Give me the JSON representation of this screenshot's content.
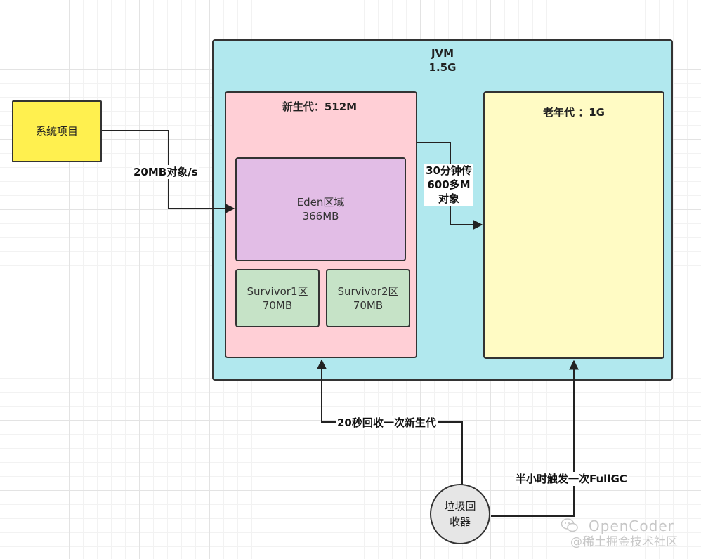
{
  "nodes": {
    "system_project": "系统项目",
    "jvm": {
      "title": "JVM",
      "size": "1.5G"
    },
    "young_gen": "新生代：512M",
    "eden": {
      "name": "Eden区域",
      "size": "366MB"
    },
    "survivor1": {
      "name": "Survivor1区",
      "size": "70MB"
    },
    "survivor2": {
      "name": "Survivor2区",
      "size": "70MB"
    },
    "old_gen": "老年代 ：1G",
    "gc": {
      "line1": "垃圾回",
      "line2": "收器"
    }
  },
  "edges": {
    "alloc_rate": "20MB对象/s",
    "promotion": {
      "line1": "30分钟传",
      "line2": "600多M",
      "line3": "对象"
    },
    "minor_gc": "20秒回收一次新生代",
    "full_gc": "半小时触发一次FullGC"
  },
  "watermark": {
    "brand": "OpenCoder",
    "site": "@稀土掘金技术社区"
  },
  "colors": {
    "jvm": "#b1e8ee",
    "young_gen": "#ffcfd6",
    "eden": "#e2bde6",
    "survivor": "#c6e3c7",
    "old_gen": "#fffbc4",
    "system_project": "#fff04f",
    "gc": "#e6e6e6"
  }
}
